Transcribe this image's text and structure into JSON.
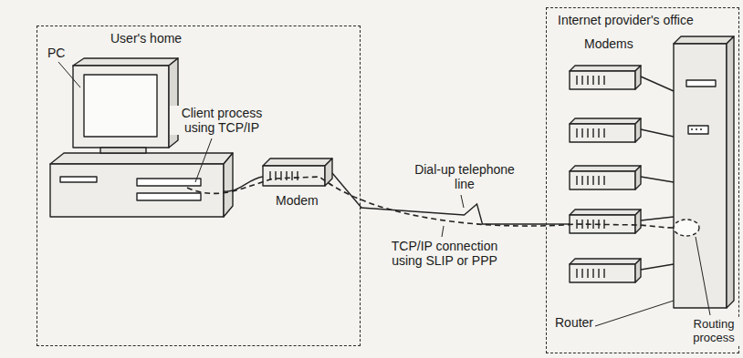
{
  "diagram": {
    "nodes": [
      {
        "text": [
          "User's home"
        ]
      },
      {
        "text": [
          "Internet provider's office"
        ]
      }
    ],
    "edges": [
      {
        "from": 0,
        "to": 1,
        "arrow": "none",
        "label": "Dial-up telephone line"
      }
    ],
    "labels": [
      "PC",
      "Client process using TCP/IP",
      "Modem",
      "TCP/IP connection using SLIP or PPP",
      "Modems",
      "Router",
      "Routing process"
    ]
  }
}
